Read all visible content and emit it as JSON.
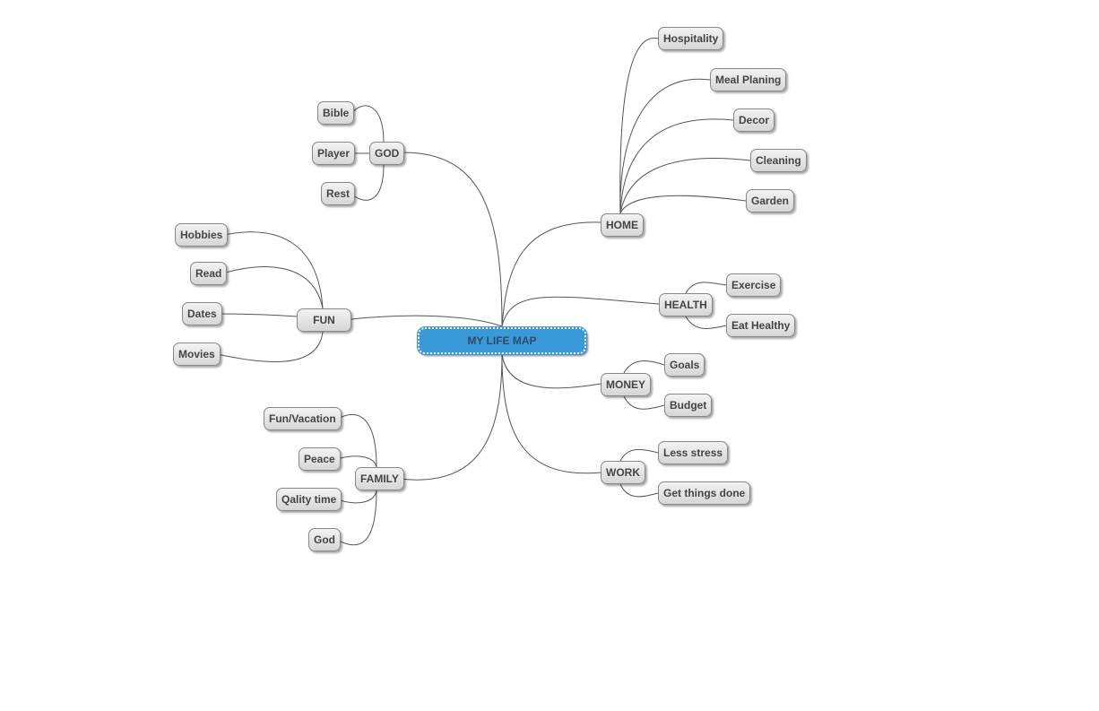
{
  "mindmap": {
    "root": "MY LIFE MAP",
    "branches": {
      "god": {
        "label": "GOD",
        "children": [
          "Bible",
          "Player",
          "Rest"
        ]
      },
      "fun": {
        "label": "FUN",
        "children": [
          "Hobbies",
          "Read",
          "Dates",
          "Movies"
        ]
      },
      "family": {
        "label": "FAMILY",
        "children": [
          "Fun/Vacation",
          "Peace",
          "Qality time",
          "God"
        ]
      },
      "home": {
        "label": "HOME",
        "children": [
          "Hospitality",
          "Meal Planing",
          "Decor",
          "Cleaning",
          "Garden"
        ]
      },
      "health": {
        "label": "HEALTH",
        "children": [
          "Exercise",
          "Eat Healthy"
        ]
      },
      "money": {
        "label": "MONEY",
        "children": [
          "Goals",
          "Budget"
        ]
      },
      "work": {
        "label": "WORK",
        "children": [
          "Less stress",
          "Get things done"
        ]
      }
    },
    "colors": {
      "root_fill": "#3a9ad9",
      "node_fill": "#e0e0e0",
      "line": "#555555"
    }
  }
}
